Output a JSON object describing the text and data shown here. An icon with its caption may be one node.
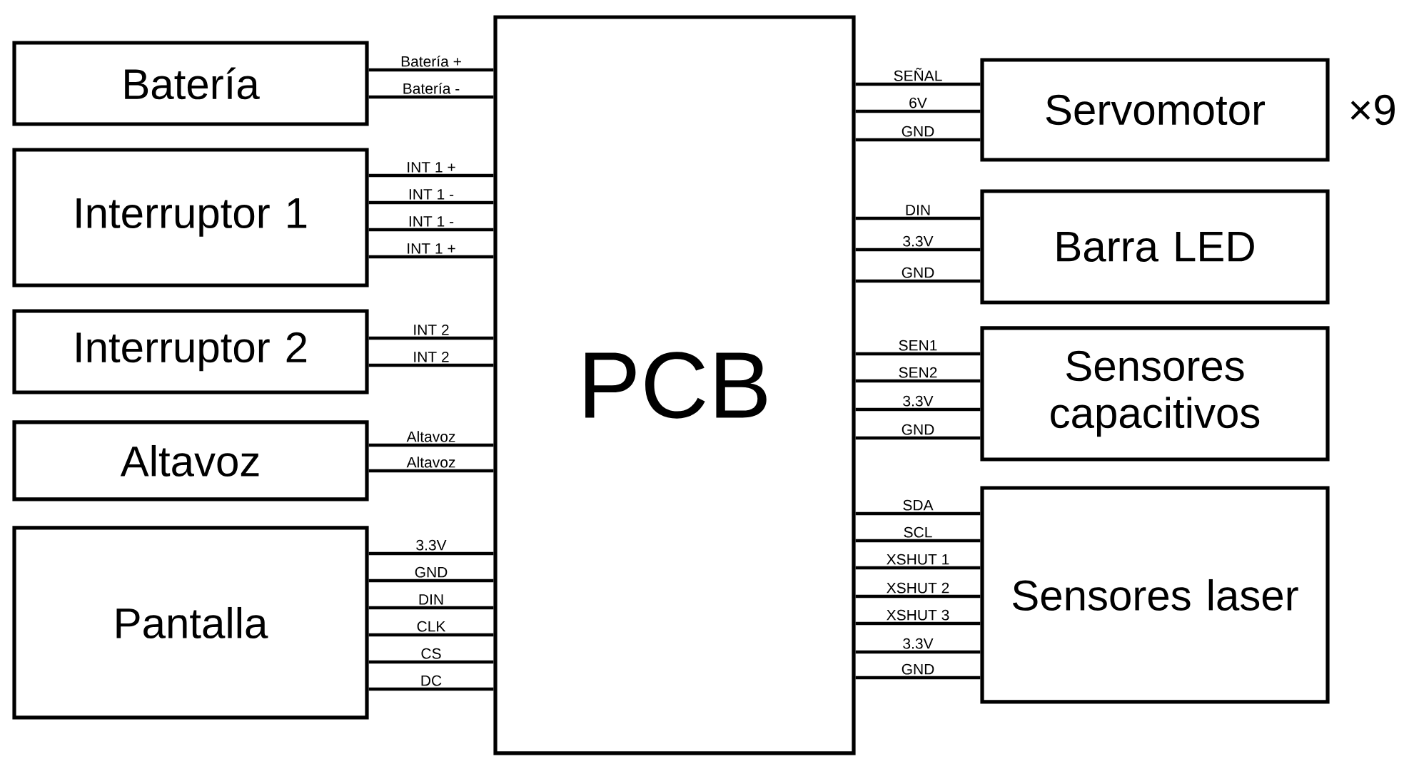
{
  "diagram": {
    "nodes": [
      {
        "text": [
          "Batería"
        ]
      },
      {
        "text": [
          "Interruptor 1"
        ]
      },
      {
        "text": [
          "Interruptor 2"
        ]
      },
      {
        "text": [
          "Altavoz"
        ]
      },
      {
        "text": [
          "Pantalla"
        ]
      },
      {
        "text": [
          "PCB"
        ]
      },
      {
        "text": [
          "Servomotor"
        ],
        "beside": [
          "×9"
        ]
      },
      {
        "text": [
          "Barra LED"
        ]
      },
      {
        "text": [
          "Sensores capacitivos"
        ]
      },
      {
        "text": [
          "Sensores laser"
        ]
      }
    ],
    "edges": [
      {
        "from": 0,
        "to": 5,
        "arrow": "none",
        "label": "Batería +"
      },
      {
        "from": 0,
        "to": 5,
        "arrow": "none",
        "label": "Batería -"
      },
      {
        "from": 1,
        "to": 5,
        "arrow": "none",
        "label": "INT 1 +"
      },
      {
        "from": 1,
        "to": 5,
        "arrow": "none",
        "label": "INT 1 -"
      },
      {
        "from": 1,
        "to": 5,
        "arrow": "none",
        "label": "INT 1 -"
      },
      {
        "from": 1,
        "to": 5,
        "arrow": "none",
        "label": "INT 1 +"
      },
      {
        "from": 2,
        "to": 5,
        "arrow": "none",
        "label": "INT 2"
      },
      {
        "from": 2,
        "to": 5,
        "arrow": "none",
        "label": "INT 2"
      },
      {
        "from": 3,
        "to": 5,
        "arrow": "none",
        "label": "Altavoz"
      },
      {
        "from": 3,
        "to": 5,
        "arrow": "none",
        "label": "Altavoz"
      },
      {
        "from": 4,
        "to": 5,
        "arrow": "none",
        "label": "3.3V"
      },
      {
        "from": 4,
        "to": 5,
        "arrow": "none",
        "label": "GND"
      },
      {
        "from": 4,
        "to": 5,
        "arrow": "none",
        "label": "DIN"
      },
      {
        "from": 4,
        "to": 5,
        "arrow": "none",
        "label": "CLK"
      },
      {
        "from": 4,
        "to": 5,
        "arrow": "none",
        "label": "CS"
      },
      {
        "from": 4,
        "to": 5,
        "arrow": "none",
        "label": "DC"
      },
      {
        "from": 5,
        "to": 6,
        "arrow": "none",
        "label": "SEÑAL"
      },
      {
        "from": 5,
        "to": 6,
        "arrow": "none",
        "label": "6V"
      },
      {
        "from": 5,
        "to": 6,
        "arrow": "none",
        "label": "GND"
      },
      {
        "from": 5,
        "to": 7,
        "arrow": "none",
        "label": "DIN"
      },
      {
        "from": 5,
        "to": 7,
        "arrow": "none",
        "label": "3.3V"
      },
      {
        "from": 5,
        "to": 7,
        "arrow": "none",
        "label": "GND"
      },
      {
        "from": 5,
        "to": 8,
        "arrow": "none",
        "label": "SEN1"
      },
      {
        "from": 5,
        "to": 8,
        "arrow": "none",
        "label": "SEN2"
      },
      {
        "from": 5,
        "to": 8,
        "arrow": "none",
        "label": "3.3V"
      },
      {
        "from": 5,
        "to": 8,
        "arrow": "none",
        "label": "GND"
      },
      {
        "from": 5,
        "to": 9,
        "arrow": "none",
        "label": "SDA"
      },
      {
        "from": 5,
        "to": 9,
        "arrow": "none",
        "label": "SCL"
      },
      {
        "from": 5,
        "to": 9,
        "arrow": "none",
        "label": "XSHUT 1"
      },
      {
        "from": 5,
        "to": 9,
        "arrow": "none",
        "label": "XSHUT 2"
      },
      {
        "from": 5,
        "to": 9,
        "arrow": "none",
        "label": "XSHUT 3"
      },
      {
        "from": 5,
        "to": 9,
        "arrow": "none",
        "label": "3.3V"
      },
      {
        "from": 5,
        "to": 9,
        "arrow": "none",
        "label": "GND"
      }
    ]
  }
}
